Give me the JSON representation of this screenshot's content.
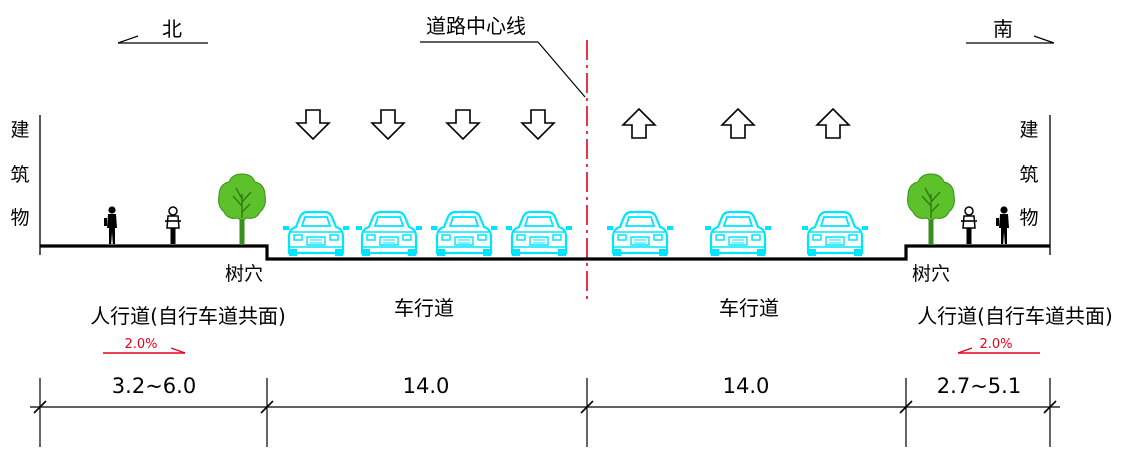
{
  "compass": {
    "north": "北",
    "south": "南"
  },
  "centerline_label": "道路中心线",
  "building_label_chars": [
    "建",
    "筑",
    "物"
  ],
  "tree_pit_label": "树穴",
  "sections": {
    "north_sidewalk": "人行道(自行车道共面)",
    "carriageway_left": "车行道",
    "carriageway_right": "车行道",
    "south_sidewalk": "人行道(自行车道共面)"
  },
  "slopes": {
    "north": "2.0%",
    "south": "2.0%"
  },
  "dimensions": {
    "north_sidewalk": "3.2~6.0",
    "carriageway_left": "14.0",
    "carriageway_right": "14.0",
    "south_sidewalk": "2.7~5.1"
  },
  "colors": {
    "line": "#000000",
    "centerline": "#e8001c",
    "slope": "#e8001c",
    "vehicle": "#00e5ff",
    "tree_crown": "#5dc12b",
    "tree_trunk": "#3a8f1a"
  },
  "icons": {
    "southbound_arrows": "arrow-down-icon",
    "northbound_arrows": "arrow-up-icon",
    "car": "car-icon",
    "tree": "tree-icon",
    "pedestrian": "pedestrian-icon",
    "cyclist": "cyclist-icon"
  }
}
